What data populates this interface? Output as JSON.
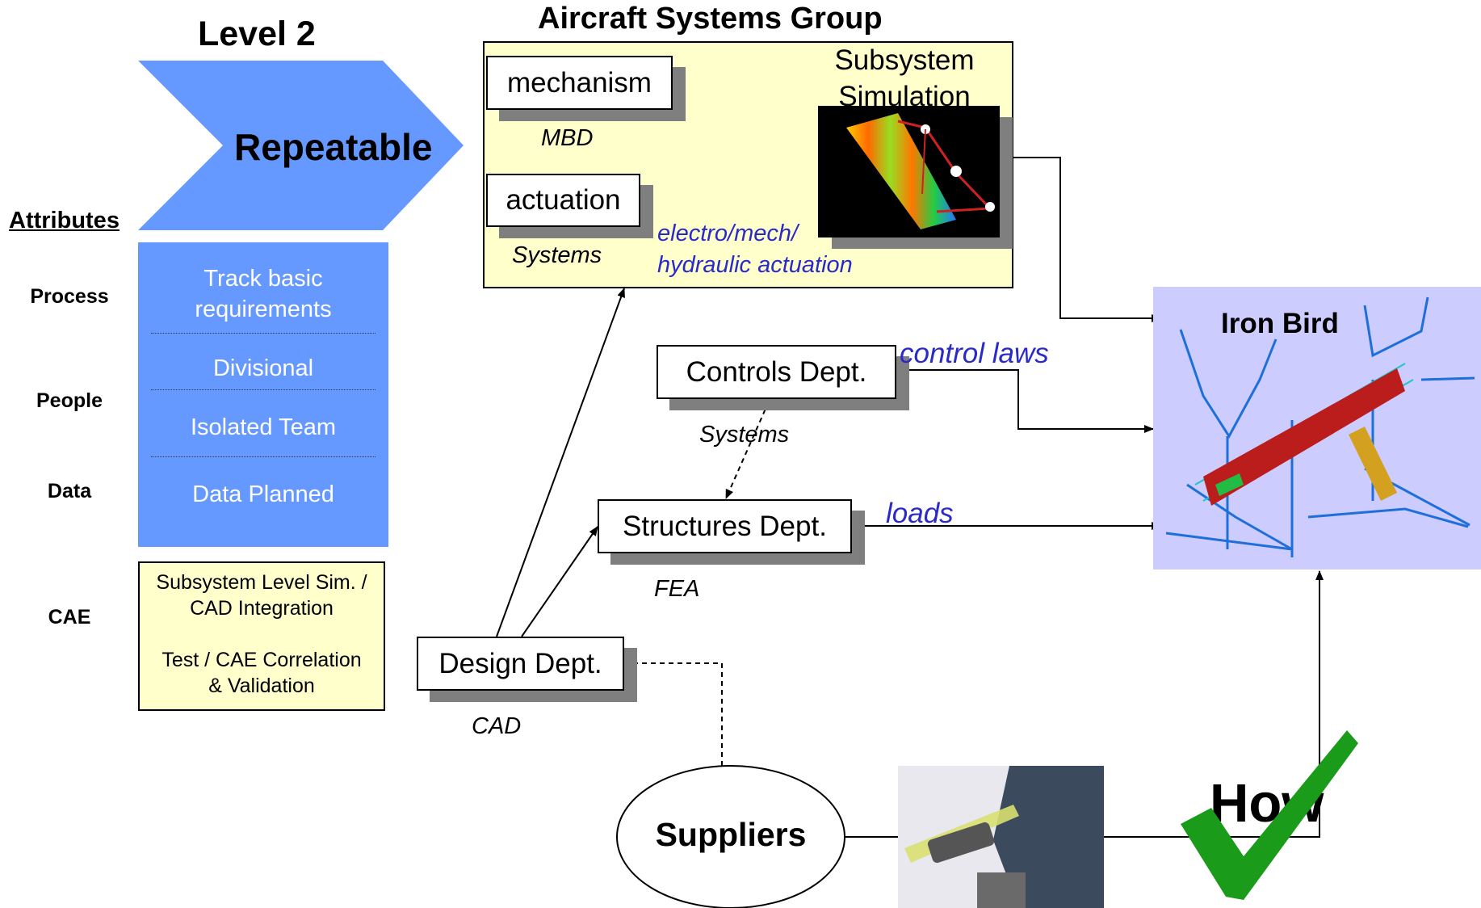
{
  "level": {
    "heading": "Level 2",
    "stage_label": "Repeatable"
  },
  "attributes": {
    "heading": "Attributes",
    "rows": [
      "Process",
      "People",
      "Data",
      "CAE"
    ],
    "items": [
      "Track basic requirements",
      "Divisional",
      "Isolated Team",
      "Data Planned"
    ],
    "cae_lines": [
      "Subsystem Level Sim. /",
      "CAD Integration",
      "Test / CAE Correlation",
      "& Validation"
    ]
  },
  "group": {
    "title": "Aircraft Systems Group",
    "mechanism": "mechanism",
    "mbd": "MBD",
    "actuation": "actuation",
    "systems": "Systems",
    "subsystem_line1": "Subsystem",
    "subsystem_line2": "Simulation",
    "actuation_note1": "electro/mech/",
    "actuation_note2": "hydraulic actuation"
  },
  "depts": {
    "controls": "Controls Dept.",
    "controls_sub": "Systems",
    "control_laws": "control laws",
    "structures": "Structures Dept.",
    "structures_sub": "FEA",
    "loads": "loads",
    "design": "Design Dept.",
    "design_sub": "CAD"
  },
  "iron_bird": {
    "label": "Iron Bird"
  },
  "suppliers": {
    "label": "Suppliers"
  },
  "how": {
    "label": "How"
  },
  "colors": {
    "chevron_blue": "#6699ff",
    "note_yellow": "#ffffcc",
    "iron_bird_bg": "#ccccff",
    "annotation_blue": "#2a2ac8",
    "check_green": "#1a9b1a",
    "shadow_gray": "#7f7f7f"
  }
}
